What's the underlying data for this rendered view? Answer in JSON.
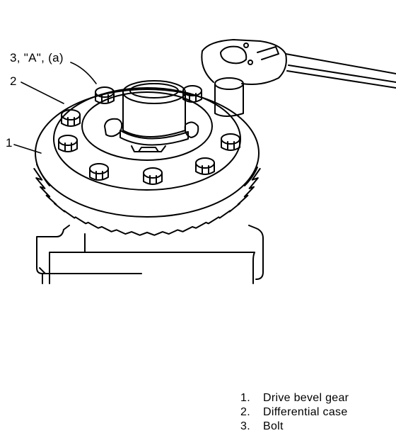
{
  "callouts": {
    "bolt": "3, \"A\", (a)",
    "case": "2",
    "gear": "1"
  },
  "legend": [
    {
      "number": "1.",
      "label": "Drive bevel gear"
    },
    {
      "number": "2.",
      "label": "Differential case"
    },
    {
      "number": "3.",
      "label": "Bolt"
    }
  ]
}
